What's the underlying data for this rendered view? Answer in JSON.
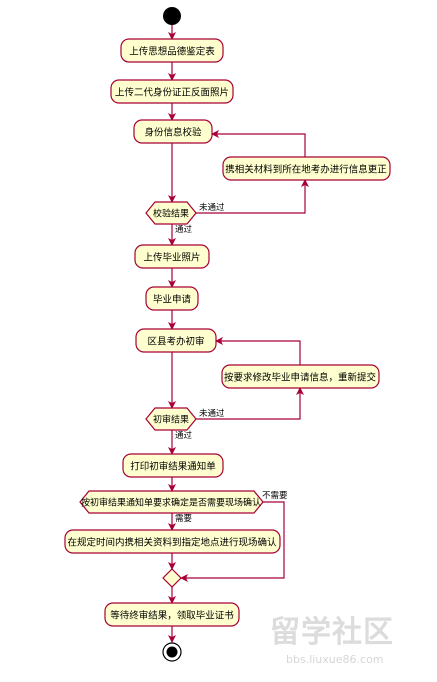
{
  "diagram": {
    "nodes": {
      "upload_moral_form": "上传思想品德鉴定表",
      "upload_id_photos": "上传二代身份证正反面照片",
      "id_verify": "身份信息校验",
      "bring_materials_correct": "携相关材料到所在地考办进行信息更正",
      "upload_grad_photo": "上传毕业照片",
      "grad_apply": "毕业申请",
      "county_first_review": "区县考办初审",
      "modify_resubmit": "按要求修改毕业申请信息，重新提交",
      "print_notice": "打印初审结果通知单",
      "onsite_confirm": "在规定时间内携相关资料到指定地点进行现场确认",
      "wait_final_cert": "等待终审结果，领取毕业证书"
    },
    "decisions": {
      "verify_result": "校验结果",
      "first_review_result": "初审结果",
      "need_onsite": "按初审结果通知单要求确定是否需要现场确认"
    },
    "edge_labels": {
      "verify_fail": "未通过",
      "verify_pass": "通过",
      "review_fail": "未通过",
      "review_pass": "通过",
      "not_needed": "不需要",
      "needed": "需要"
    }
  },
  "watermark": {
    "logo": "留学社区",
    "url": "bbs.liuxue86.com"
  }
}
